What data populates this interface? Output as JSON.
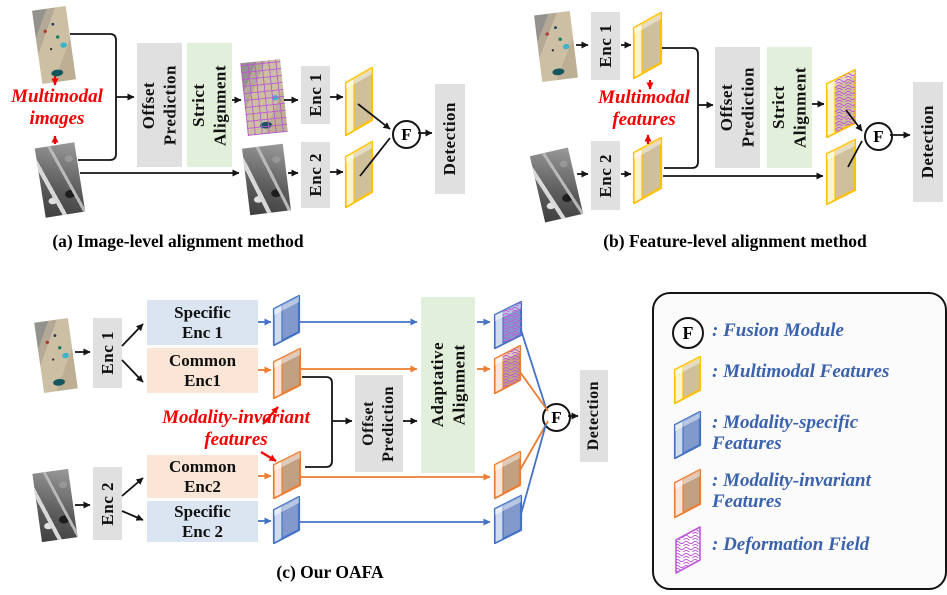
{
  "panel_a": {
    "caption": "(a) Image-level alignment method",
    "label": "Multimodal\nimages",
    "offset_prediction": "Offset\nPrediction",
    "strict_alignment": "Strict\nAlignment",
    "enc1": "Enc 1",
    "enc2": "Enc 2",
    "fusion_symbol": "F",
    "detection": "Detection"
  },
  "panel_b": {
    "caption": "(b) Feature-level alignment method",
    "label": "Multimodal\nfeatures",
    "offset_prediction": "Offset\nPrediction",
    "strict_alignment": "Strict\nAlignment",
    "enc1": "Enc 1",
    "enc2": "Enc 2",
    "fusion_symbol": "F",
    "detection": "Detection"
  },
  "panel_c": {
    "caption": "(c) Our OAFA",
    "label": "Modality-invariant\nfeatures",
    "enc1": "Enc 1",
    "enc2": "Enc 2",
    "specific_enc1": "Specific\nEnc 1",
    "common_enc1": "Common\nEnc1",
    "common_enc2": "Common\nEnc2",
    "specific_enc2": "Specific\nEnc 2",
    "offset_prediction": "Offset\nPrediction",
    "adaptative_alignment": "Adaptative\nAlignment",
    "fusion_symbol": "F",
    "detection": "Detection"
  },
  "legend": {
    "fusion_symbol": "F",
    "items": [
      {
        "icon": "fusion-module-icon",
        "label": ": Fusion Module"
      },
      {
        "icon": "multimodal-features-icon",
        "label": ": Multimodal Features"
      },
      {
        "icon": "modality-specific-features-icon",
        "label": ": Modality-specific\nFeatures"
      },
      {
        "icon": "modality-invariant-features-icon",
        "label": ": Modality-invariant\nFeatures"
      },
      {
        "icon": "deformation-field-icon",
        "label": ": Deformation Field"
      }
    ]
  },
  "colors": {
    "gray_box": "#e0e0e0",
    "green_box": "#e2efda",
    "blue_box": "#dbe5f1",
    "orange_box": "#fbe5d6",
    "gold_edge": "#FFC000",
    "gold_light": "#FFF2CC",
    "gold_face": "#CFC09B",
    "blue_edge": "#4472C4",
    "blue_light": "#CFDCEF",
    "blue_face": "#8299CC",
    "orange_edge": "#ED7D31",
    "orange_light": "#FBE5D6",
    "orange_face": "#C2A183",
    "deformation": "#C05AD8",
    "red_label": "#F40000",
    "black": "#141414",
    "legend_text": "#3A62AD"
  }
}
